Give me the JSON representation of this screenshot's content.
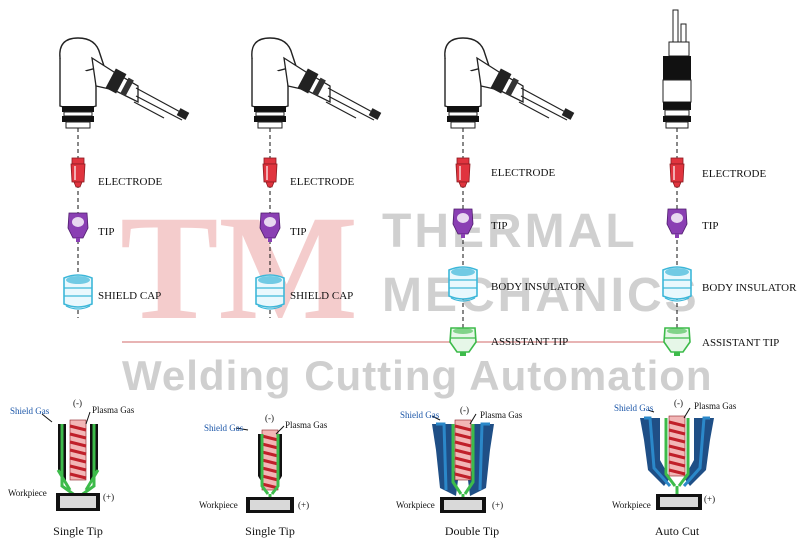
{
  "watermark": {
    "logo_letters": "TM",
    "line1": "THERMAL",
    "line2": "MECHANICS",
    "line3": "Welding Cutting Automation"
  },
  "columns": [
    {
      "parts": [
        "ELECTRODE",
        "TIP",
        "SHIELD CAP"
      ],
      "caption": "Single Tip"
    },
    {
      "parts": [
        "ELECTRODE",
        "TIP",
        "SHIELD CAP"
      ],
      "caption": "Single Tip"
    },
    {
      "parts": [
        "ELECTRODE",
        "TIP",
        "BODY INSULATOR",
        "ASSISTANT TIP"
      ],
      "caption": "Double Tip"
    },
    {
      "parts": [
        "ELECTRODE",
        "TIP",
        "BODY INSULATOR",
        "ASSISTANT TIP"
      ],
      "caption": "Auto Cut"
    }
  ],
  "diagram_labels": {
    "shield_gas": "Shield Gas",
    "plasma_gas": "Plasma Gas",
    "negative": "(-)",
    "positive": "(+)",
    "workpiece": "Workpiece"
  },
  "colors": {
    "electrode": "#e0343e",
    "tip": "#8a3fb3",
    "shield": "#3db7d9",
    "assistant": "#3dbb4a",
    "watermark_red": "#f2c9c9"
  }
}
